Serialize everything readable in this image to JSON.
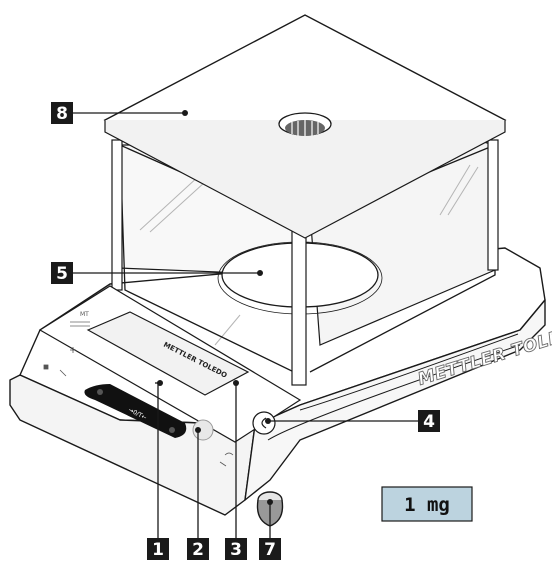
{
  "device": {
    "brand_housing": "METTLER TOLEDO",
    "brand_panel": "METTLER TOLEDO",
    "logo_mark": "MT",
    "key_tare": "→0/T←"
  },
  "callouts": [
    {
      "number": "1"
    },
    {
      "number": "2"
    },
    {
      "number": "3"
    },
    {
      "number": "4"
    },
    {
      "number": "5"
    },
    {
      "number": "7"
    },
    {
      "number": "8"
    }
  ],
  "readability": {
    "label": "1 mg",
    "box_color": "#bcd3df"
  },
  "colors": {
    "callout_box": "#1a1a1a",
    "line": "#1a1a1a",
    "glass_shadow": "#cfcfcf"
  }
}
